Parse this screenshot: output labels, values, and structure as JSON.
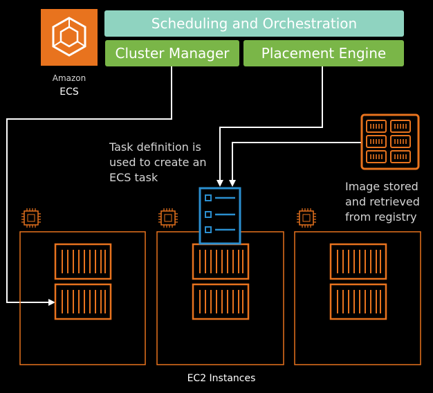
{
  "banner": {
    "label": "Scheduling and Orchestration",
    "color": "#8fd3c0"
  },
  "cluster_manager": {
    "label": "Cluster Manager",
    "color": "#7ab648"
  },
  "placement_engine": {
    "label": "Placement Engine",
    "color": "#7ab648"
  },
  "ecs": {
    "vendor": "Amazon",
    "name": "ECS",
    "tile_color": "#e8731e",
    "icon": "ecs-logo-icon"
  },
  "task_note": {
    "line1": "Task definition is",
    "line2": "used to create an",
    "line3": "ECS task"
  },
  "registry_note": {
    "line1": "Image stored",
    "line2": "and retrieved",
    "line3": "from registry"
  },
  "footer": {
    "label": "EC2 Instances"
  },
  "colors": {
    "orange": "#e8731e",
    "blue": "#2b8fd0",
    "white": "#ffffff"
  },
  "icons": [
    "ecs-logo-icon",
    "chip-icon",
    "container-icon",
    "registry-icon",
    "task-definition-icon"
  ]
}
